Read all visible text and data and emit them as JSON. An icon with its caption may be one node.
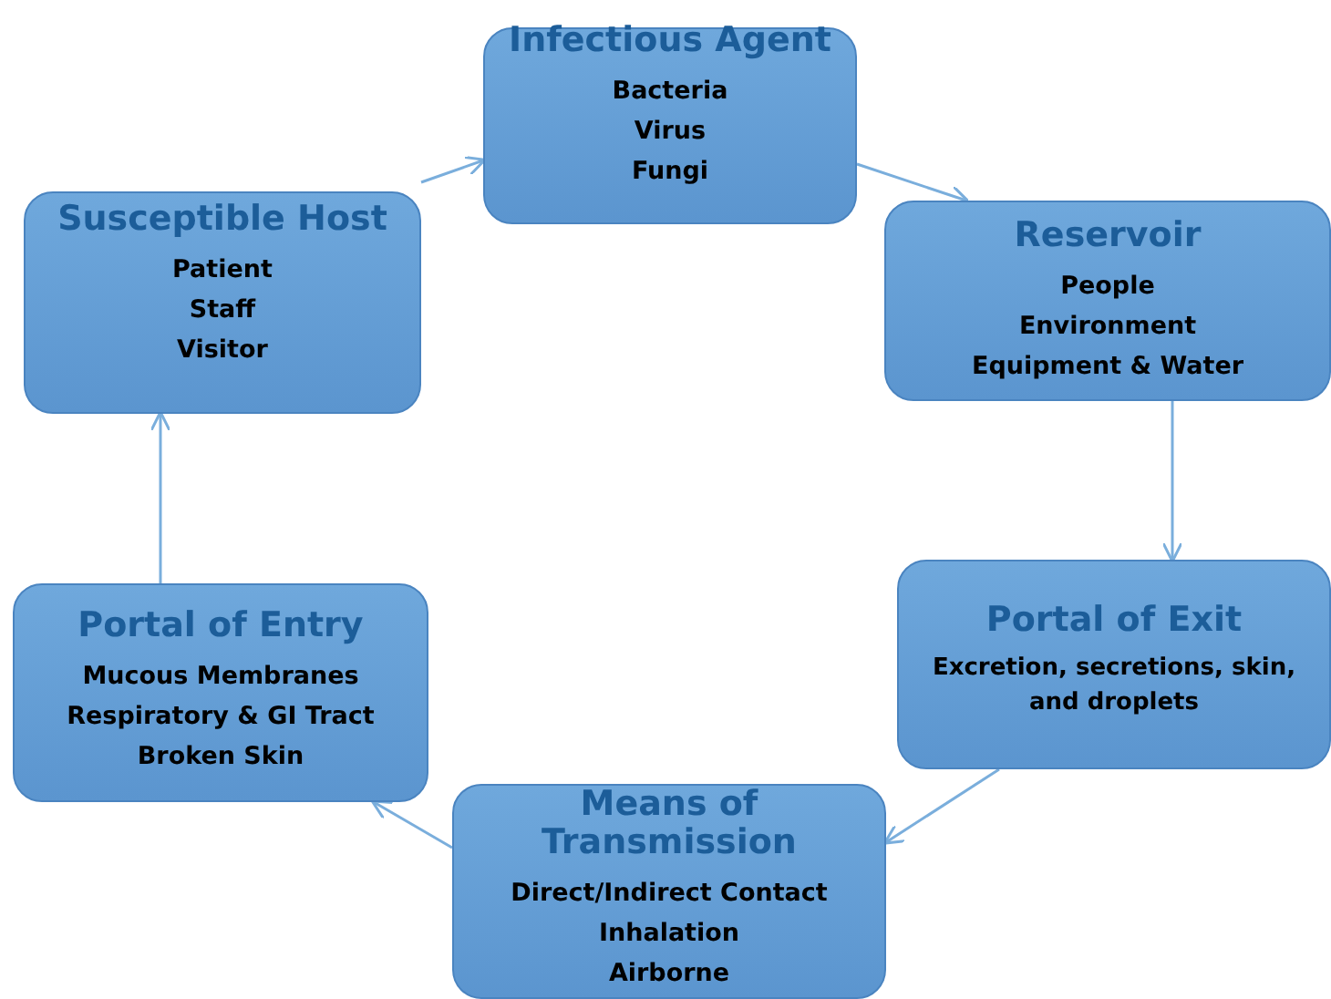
{
  "diagram": {
    "nodes": [
      {
        "text": [
          "Infectious Agent",
          "Bacteria",
          "Virus",
          "Fungi"
        ]
      },
      {
        "text": [
          "Reservoir",
          "People",
          "Environment",
          "Equipment & Water"
        ]
      },
      {
        "text": [
          "Portal of Exit",
          "Excretion, secretions, skin, and droplets"
        ]
      },
      {
        "text": [
          "Means of Transmission",
          "Direct/Indirect Contact",
          "Inhalation",
          "Airborne"
        ]
      },
      {
        "text": [
          "Portal of Entry",
          "Mucous Membranes",
          "Respiratory & GI Tract",
          "Broken Skin"
        ]
      },
      {
        "text": [
          "Susceptible Host",
          "Patient",
          "Staff",
          "Visitor"
        ]
      }
    ],
    "edges": [
      {
        "from": 5,
        "to": 0,
        "arrow": "to"
      },
      {
        "from": 0,
        "to": 1,
        "arrow": "to"
      },
      {
        "from": 1,
        "to": 2,
        "arrow": "to"
      },
      {
        "from": 2,
        "to": 3,
        "arrow": "to"
      },
      {
        "from": 3,
        "to": 4,
        "arrow": "to"
      },
      {
        "from": 4,
        "to": 5,
        "arrow": "to"
      }
    ]
  }
}
